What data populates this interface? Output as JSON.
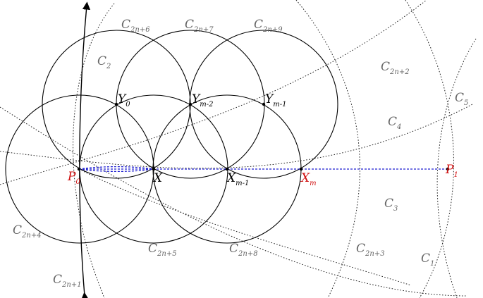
{
  "colors": {
    "black": "#000000",
    "gray_label": "#666666",
    "red": "#d01010",
    "blue_dashed": "#1f1fd0"
  },
  "labels": {
    "C_2n6": {
      "base": "C",
      "sub": "2n+6"
    },
    "C_2n7": {
      "base": "C",
      "sub": "2n+7"
    },
    "C_2n9": {
      "base": "C",
      "sub": "2n+9"
    },
    "C_2": {
      "base": "C",
      "sub": "2"
    },
    "C_2n2": {
      "base": "C",
      "sub": "2n+2"
    },
    "C_5": {
      "base": "C",
      "sub": "5"
    },
    "C_4": {
      "base": "C",
      "sub": "4"
    },
    "C_3": {
      "base": "C",
      "sub": "3"
    },
    "C_2n3": {
      "base": "C",
      "sub": "2n+3"
    },
    "C_1": {
      "base": "C",
      "sub": "1"
    },
    "C_2n4": {
      "base": "C",
      "sub": "2n+4"
    },
    "C_2n5": {
      "base": "C",
      "sub": "2n+5"
    },
    "C_2n8": {
      "base": "C",
      "sub": "2n+8"
    },
    "C_2n1": {
      "base": "C",
      "sub": "2n+1"
    },
    "Y0": {
      "base": "Y",
      "sub": "0"
    },
    "Ym2": {
      "base": "Y",
      "sub": "m-2"
    },
    "Ym1": {
      "base": "Y",
      "sub": "m-1"
    },
    "P0": {
      "base": "P",
      "sub": "0"
    },
    "X": {
      "base": "X",
      "sub": ""
    },
    "Xm1": {
      "base": "X",
      "sub": "m-1"
    },
    "Xm": {
      "base": "X",
      "sub": "m"
    },
    "P1": {
      "base": "P",
      "sub": "1"
    }
  }
}
